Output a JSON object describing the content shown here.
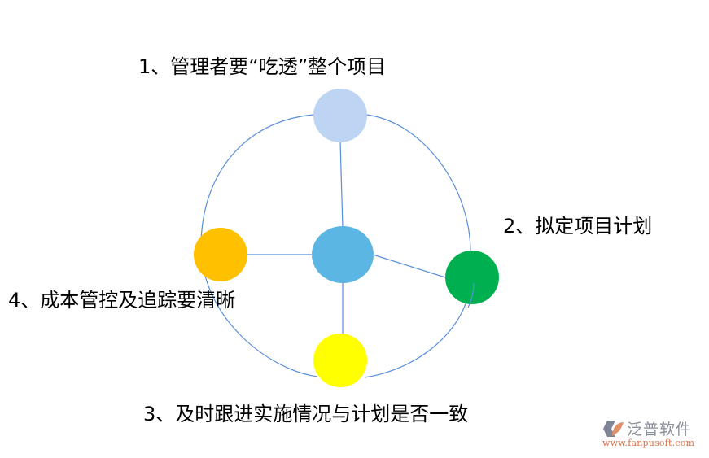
{
  "diagram": {
    "title": "",
    "center_node": {
      "color": "#5BB6E3"
    },
    "nodes": [
      {
        "id": "node-1",
        "label": "1、管理者要“吃透”整个项目",
        "color": "#BDD5F3"
      },
      {
        "id": "node-2",
        "label": "2、拟定项目计划",
        "color": "#00B050"
      },
      {
        "id": "node-3",
        "label": "3、及时跟进实施情况与计划是否一致",
        "color": "#FFFF00"
      },
      {
        "id": "node-4",
        "label": "4、成本管控及追踪要清晰",
        "color": "#FFC000"
      }
    ],
    "line_color": "#5B8FD9"
  },
  "watermark": {
    "brand": "泛普软件",
    "url": "www.fanpusoft.com",
    "icon": "fanpu-logo-icon"
  }
}
